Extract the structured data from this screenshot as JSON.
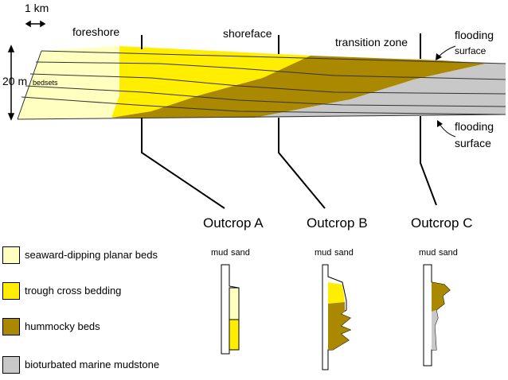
{
  "scale": {
    "horizontal_label": "1 km",
    "vertical_label": "20 m",
    "bedsets_label": "bedsets"
  },
  "zones": {
    "foreshore": "foreshore",
    "shoreface": "shoreface",
    "transition": "transition zone"
  },
  "flooding_surface": {
    "upper_line1": "flooding",
    "upper_line2": "surface",
    "lower_line1": "flooding",
    "lower_line2": "surface"
  },
  "outcrops": [
    {
      "title": "Outcrop A",
      "mud_label": "mud",
      "sand_label": "sand"
    },
    {
      "title": "Outcrop B",
      "mud_label": "mud",
      "sand_label": "sand"
    },
    {
      "title": "Outcrop C",
      "mud_label": "mud",
      "sand_label": "sand"
    }
  ],
  "legend": [
    {
      "label": "seaward-dipping planar beds",
      "color": "#ffffc0"
    },
    {
      "label": "trough cross bedding",
      "color": "#ffee00"
    },
    {
      "label": "hummocky beds",
      "color": "#aa8800"
    },
    {
      "label": "bioturbated marine mudstone",
      "color": "#c8c8c8"
    }
  ]
}
